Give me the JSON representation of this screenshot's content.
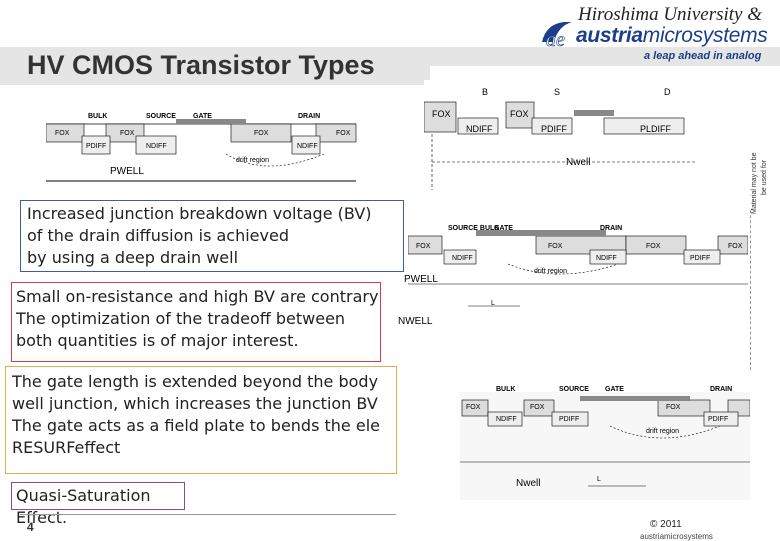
{
  "header": {
    "title": "HV CMOS Transistor Types",
    "university": "Hiroshima University &",
    "brand_bold": "austria",
    "brand_rest": "microsystems",
    "tagline": "a leap ahead in analog",
    "brand_color": "#1d3f8a"
  },
  "side_note": {
    "line1": "Material may not be",
    "line2": "be used for"
  },
  "diagrams": {
    "top_left": {
      "bulk": "BULK",
      "source": "SOURCE",
      "gate": "GATE",
      "drain": "DRAIN",
      "fox": "FOX",
      "pdiff": "PDIFF",
      "ndiff": "NDIFF",
      "drift": "drift region",
      "well": "PWELL"
    },
    "top_right": {
      "b": "B",
      "s": "S",
      "d": "D",
      "fox": "FOX",
      "ndiff": "NDIFF",
      "pdiff": "PDIFF",
      "pldiff": "PLDIFF",
      "well": "Nwell"
    },
    "middle": {
      "source_bulk": "SOURCE BULK",
      "gate": "GATE",
      "drain": "DRAIN",
      "fox": "FOX",
      "ndiff": "NDIFF",
      "pdiff": "PDIFF",
      "drift": "drift region",
      "l": "L",
      "pwell": "PWELL",
      "nwell": "NWELL"
    },
    "bottom": {
      "bulk": "BULK",
      "source": "SOURCE",
      "gate": "GATE",
      "drain": "DRAIN",
      "fox": "FOX",
      "ndiff": "NDIFF",
      "pdiff": "PDIFF",
      "drift": "drift region",
      "l": "L",
      "well": "Nwell"
    }
  },
  "notes": {
    "blue": [
      "Increased junction breakdown voltage (BV)",
      "of the drain diffusion is achieved",
      "by using a deep drain well"
    ],
    "red": [
      "Small on-resistance and high BV are contrary",
      "The optimization of the tradeoff between",
      "both quantities is of major interest."
    ],
    "gold": [
      "The gate length is extended beyond the body",
      "well junction, which increases the junction BV",
      "The gate acts as a field plate to bends the ele",
      "RESURFeffect"
    ],
    "purple": "Quasi-Saturation Effect."
  },
  "footer": {
    "page": "4",
    "copyright": "© 2011",
    "company": "austriamicrosystems"
  }
}
